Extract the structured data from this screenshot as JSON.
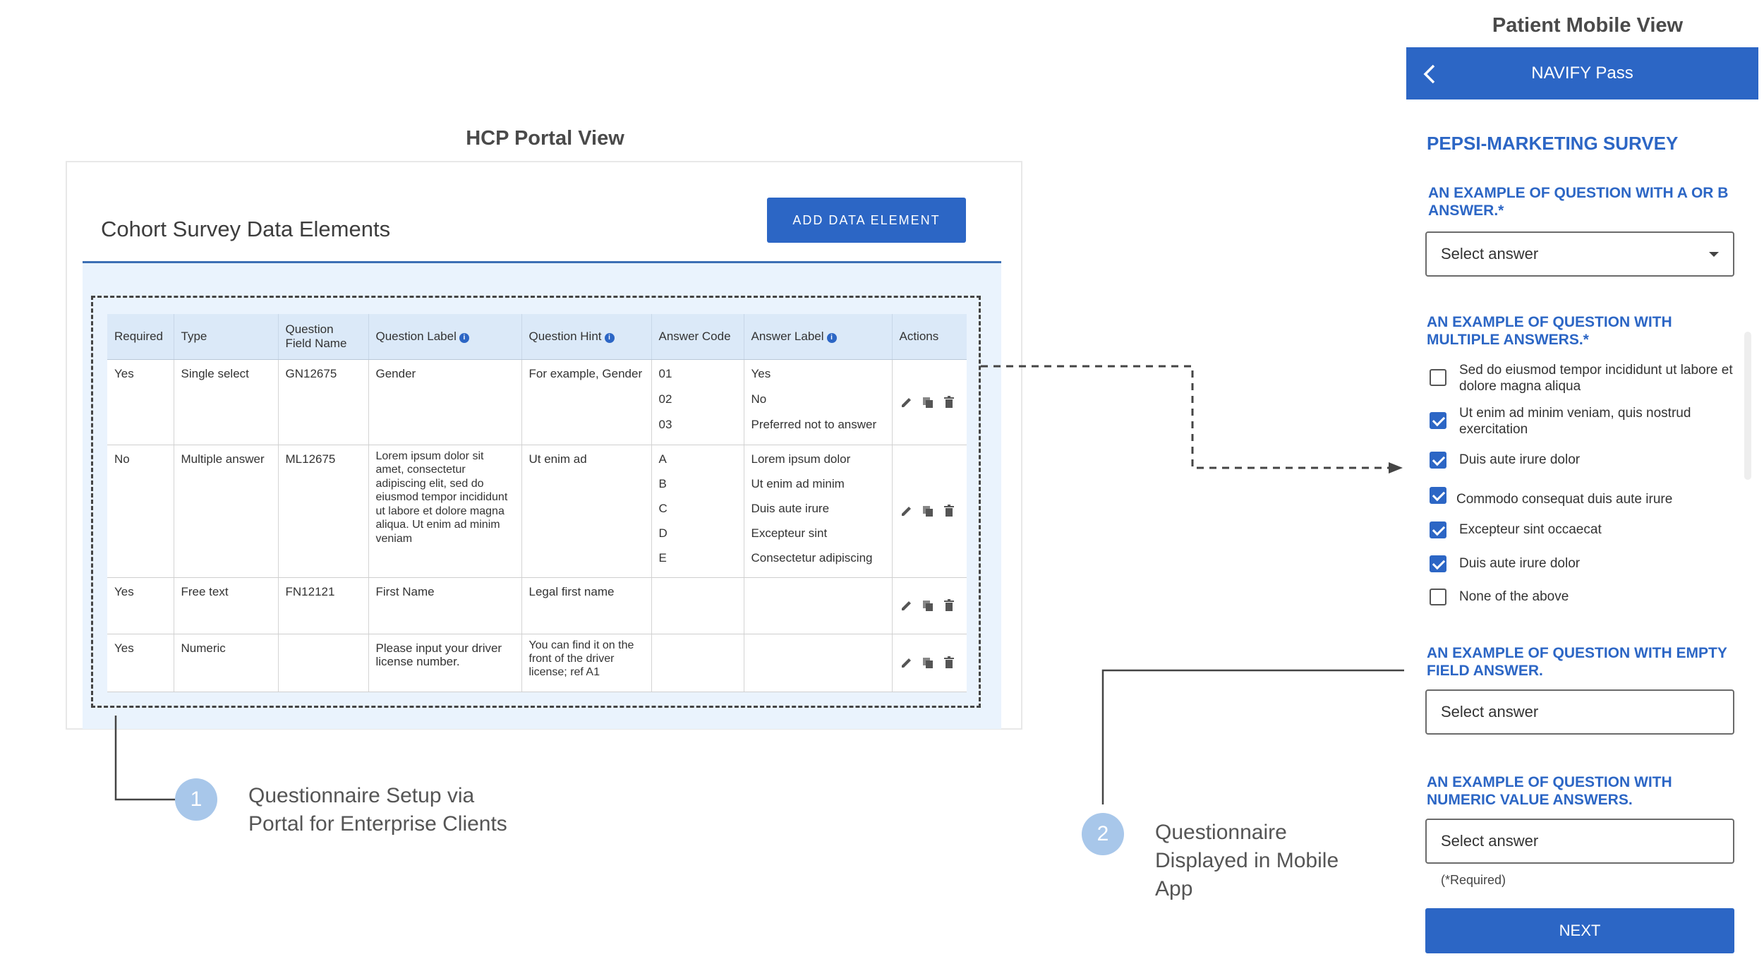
{
  "hcp": {
    "title": "HCP Portal View",
    "heading": "Cohort  Survey Data Elements",
    "add_button": "ADD DATA ELEMENT",
    "columns": [
      "Required",
      "Type",
      "Question Field Name",
      "Question Label",
      "Question Hint",
      "Answer Code",
      "Answer Label",
      "Actions"
    ],
    "rows": [
      {
        "required": "Yes",
        "type": "Single select",
        "field_name": "GN12675",
        "label": "Gender",
        "hint": "For example, Gender",
        "codes": [
          "01",
          "02",
          "03"
        ],
        "answers": [
          "Yes",
          "No",
          "Preferred not to answer"
        ]
      },
      {
        "required": "No",
        "type": "Multiple answer",
        "field_name": "ML12675",
        "label": "Lorem ipsum dolor sit amet, consectetur adipiscing elit, sed do eiusmod tempor incididunt ut labore et dolore magna aliqua. Ut enim ad minim veniam",
        "hint": "Ut enim ad",
        "codes": [
          "A",
          "B",
          "C",
          "D",
          "E"
        ],
        "answers": [
          "Lorem ipsum dolor",
          "Ut enim ad minim",
          "Duis aute irure",
          "Excepteur sint",
          "Consectetur adipiscing"
        ]
      },
      {
        "required": "Yes",
        "type": "Free text",
        "field_name": "FN12121",
        "label": "First Name",
        "hint": "Legal first name",
        "codes": [],
        "answers": []
      },
      {
        "required": "Yes",
        "type": "Numeric",
        "field_name": "",
        "label": "Please input your driver license number.",
        "hint": "You can find it on the front of the driver license; ref A1",
        "codes": [],
        "answers": []
      }
    ],
    "action_icons": [
      "edit-icon",
      "copy-icon",
      "delete-icon"
    ]
  },
  "steps": [
    {
      "number": "1",
      "text_line1": "Questionnaire Setup via",
      "text_line2": "Portal for Enterprise Clients"
    },
    {
      "number": "2",
      "text_line1": "Questionnaire",
      "text_line2": "Displayed in Mobile",
      "text_line3": "App"
    }
  ],
  "mobile": {
    "title": "Patient Mobile View",
    "app_name": "NAVIFY Pass",
    "survey_title": "PEPSI-MARKETING SURVEY",
    "q1": {
      "title": "AN EXAMPLE OF QUESTION WITH A OR B ANSWER.*",
      "placeholder": "Select answer"
    },
    "q2": {
      "title": "AN EXAMPLE OF QUESTION WITH MULTIPLE ANSWERS.*",
      "options": [
        {
          "label": "Sed do eiusmod tempor incididunt ut labore et dolore magna aliqua",
          "checked": false
        },
        {
          "label": "Ut enim ad minim veniam, quis nostrud exercitation",
          "checked": true
        },
        {
          "label": "Duis aute irure dolor",
          "checked": true
        },
        {
          "label": "Commodo consequat duis aute irure",
          "checked": true
        },
        {
          "label": "Excepteur sint occaecat",
          "checked": true
        },
        {
          "label": "Duis aute irure dolor",
          "checked": true
        },
        {
          "label": "None of the above",
          "checked": false
        }
      ]
    },
    "q3": {
      "title": "AN EXAMPLE OF QUESTION WITH EMPTY FIELD ANSWER.",
      "placeholder": "Select answer"
    },
    "q4": {
      "title": "AN EXAMPLE OF QUESTION WITH NUMERIC VALUE ANSWERS.",
      "placeholder": "Select answer"
    },
    "required_note": "(*Required)",
    "next_button": "NEXT"
  },
  "colors": {
    "primary": "#2c66c5",
    "table_header": "#dbe9f8",
    "table_area": "#eaf3fd",
    "step_circle": "#a8c7ea"
  }
}
